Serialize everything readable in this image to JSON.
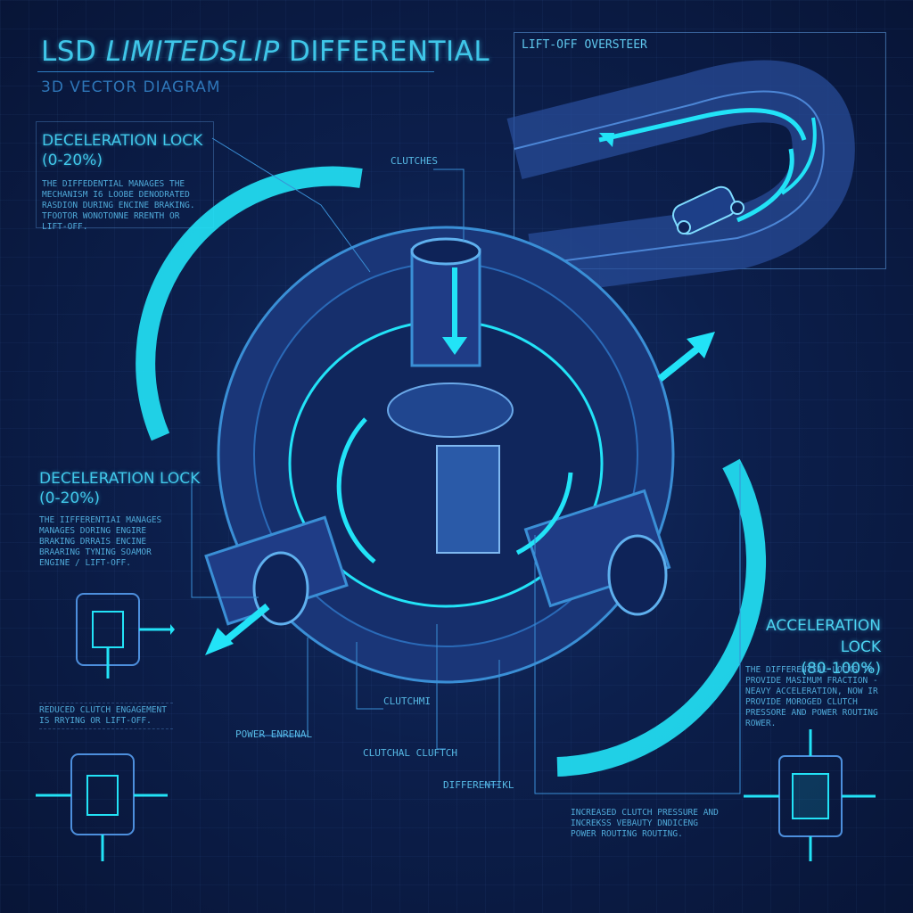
{
  "title": {
    "part1": "LSD ",
    "part2": "LIMITEDSLIP",
    "part3": " DIFFERENTIAL",
    "subtitle": "3D VECTOR DIAGRAM"
  },
  "top_left_panel": {
    "heading": "DECELERATION LOCK\n(0-20%)",
    "body": "THE DIFFEDENTIAL MANAGES THE MECHANISM I6 LOOBE DENODRATED RASDION DURING ENCINE BRAKING. TFOOTOR WONOTONNE RRENTH OR LIFT-OFF."
  },
  "inset": {
    "title": "LIFT-OFF OVERSTEER"
  },
  "mid_left_panel": {
    "heading": "DECELERATION LOCK\n(0-20%)",
    "body": "THE IIFFERENTIAI MANAGES MANAGES DORING ENGIRE BRAKING DRRAIS ENCINE BRAARING TYNING SOAMOR ENGINE / LIFT-OFF."
  },
  "bottom_left_note": "REDUCED CLUTCH ENGAGEMENT IS RRYING OR LIFT-OFF.",
  "right_panel": {
    "heading": "ACCELERATION LOCK\n(80-100%)",
    "body": "THE DIFFERENTIAL LOCKS TO PROVIDE MASIMUM FRACTION - NEAVY ACCELERATION, NOW IR PROVIDE MOROGED CLUTCH PRESSORE AND POWER ROUTING ROWER."
  },
  "bottom_right_note": "INCREASED CLUTCH PRESSURE AND INCREKSS VEBAUTY DNDICENG POWER ROUTING ROUTING.",
  "callouts": {
    "clutches": "CLUTCHES",
    "clutchmi": "CLUTCHMI",
    "power": "POWER ENRENAL",
    "clutchal": "CLUTCHAL CLUFTCH",
    "differential": "DIFFERENTIKL"
  },
  "icons": [
    "schematic-icon-decel-1",
    "schematic-icon-decel-2",
    "schematic-icon-accel"
  ],
  "colors": {
    "background": "#0c1f4c",
    "accent": "#22e3f7",
    "line": "#3a8fd6",
    "body": "#1f3c86"
  }
}
